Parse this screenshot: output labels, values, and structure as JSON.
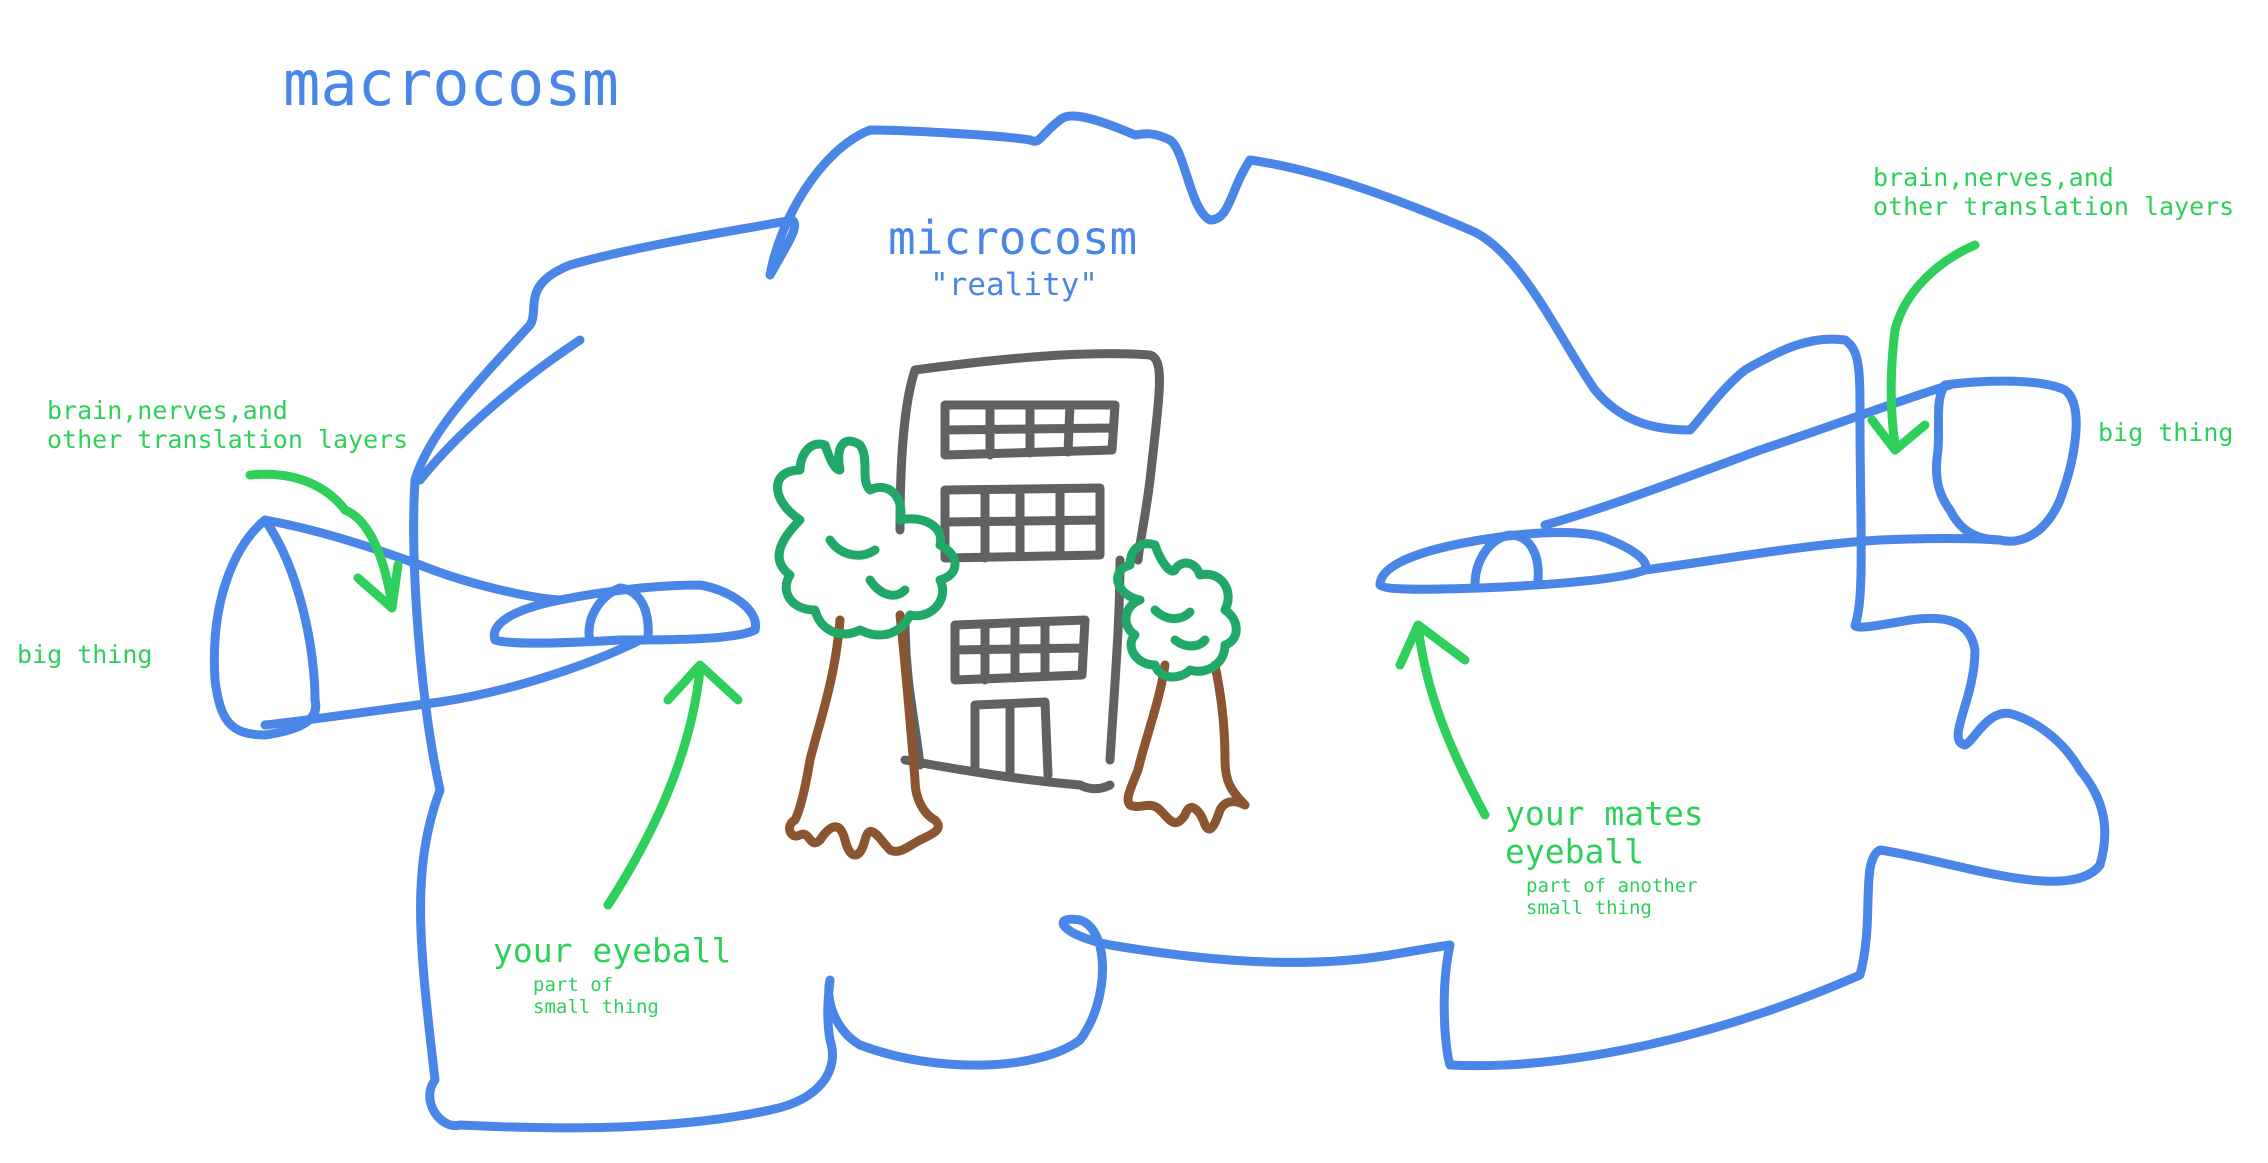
{
  "colors": {
    "outline": "#4a86e8",
    "annotation": "#2ed05b",
    "building": "#616161",
    "trunk": "#8a5530",
    "foliage": "#21a868",
    "background": "#ffffff"
  },
  "labels": {
    "macrocosm": "macrocosm",
    "microcosm": "microcosm",
    "reality": "\"reality\"",
    "left_layers": "brain,nerves,and\nother translation layers",
    "left_big_thing": "big thing",
    "your_eyeball": "your eyeball",
    "your_eyeball_sub": "part of\nsmall thing",
    "right_layers": "brain,nerves,and\nother translation layers",
    "right_big_thing": "big thing",
    "mates_eyeball": "your mates\neyeball",
    "mates_eyeball_sub": "part of another\nsmall thing"
  }
}
